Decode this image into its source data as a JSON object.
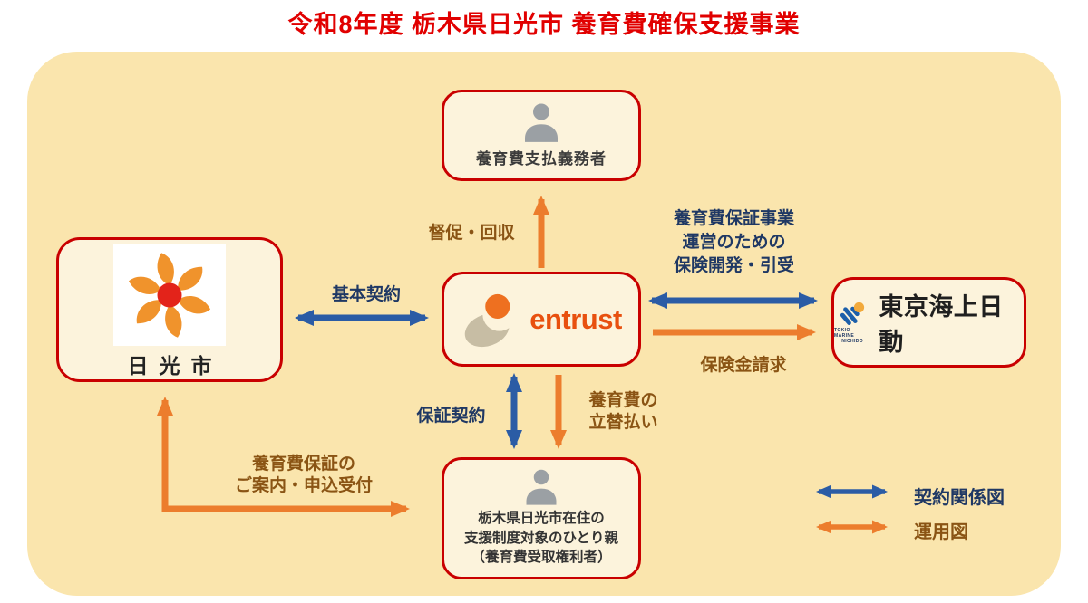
{
  "title": {
    "text": "令和8年度 栃木県日光市 養育費確保支援事業"
  },
  "colors": {
    "title_red": "#e10000",
    "panel_bg": "#fae5ad",
    "box_fill": "#fcf3dc",
    "box_border": "#c90000",
    "contract_blue": "#2b5ca5",
    "operation_orange": "#ec7d2d",
    "label_navy": "#1f3864",
    "label_brown": "#8a5414"
  },
  "nodes": {
    "obligor": {
      "label": "養育費支払義務者"
    },
    "nikko_city": {
      "label": "日光市"
    },
    "entrust": {
      "brand": "entrust"
    },
    "tokio_marine": {
      "label": "東京海上日動",
      "logo_line1": "TOKIO MARINE",
      "logo_line2": "NICHIDO"
    },
    "single_parent": {
      "lines": [
        "栃木県日光市在住の",
        "支援制度対象のひとり親",
        "（養育費受取権利者）"
      ]
    }
  },
  "edges": {
    "basic_contract": {
      "label": "基本契約"
    },
    "collection": {
      "label": "督促・回収"
    },
    "insurance_development": {
      "lines": [
        "養育費保証事業",
        "運営のための",
        "保険開発・引受"
      ]
    },
    "insurance_claim": {
      "label": "保険金請求"
    },
    "guarantee_contract": {
      "label": "保証契約"
    },
    "advance_payment": {
      "lines": [
        "養育費の",
        "立替払い"
      ]
    },
    "guarantee_guidance": {
      "lines": [
        "養育費保証の",
        "ご案内・申込受付"
      ]
    }
  },
  "legend": {
    "contract_label": "契約関係図",
    "operation_label": "運用図"
  }
}
